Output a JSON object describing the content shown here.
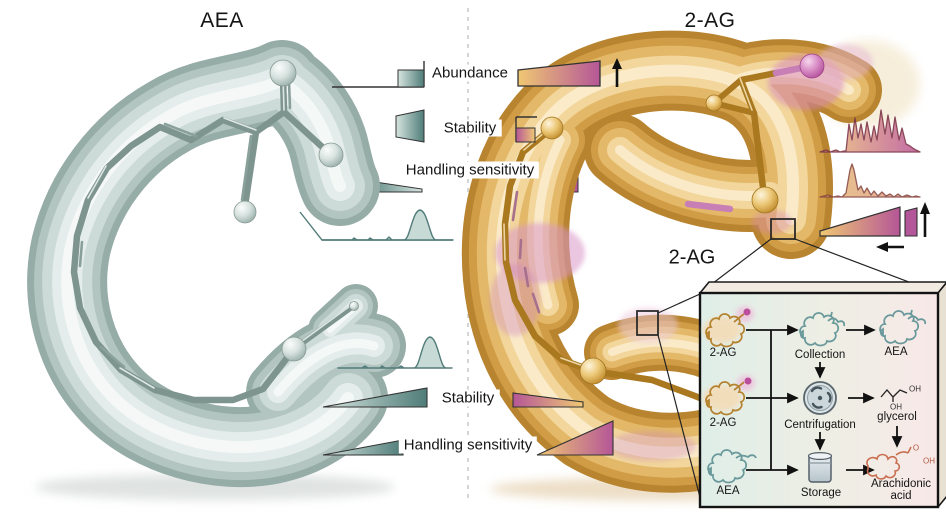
{
  "figure": {
    "left_panel": {
      "title": "AEA"
    },
    "right_panel": {
      "title": "2-AG",
      "molecule_label": "2-AG"
    },
    "metrics_top": {
      "abundance": "Abundance",
      "stability": "Stability",
      "handling": "Handling sensitivity"
    },
    "metrics_bottom": {
      "stability": "Stability",
      "handling": "Handling sensitivity"
    },
    "indicators": {
      "aea": {
        "abundance": "low",
        "stability": "high",
        "handling_sensitivity": "low"
      },
      "two_ag": {
        "abundance": "high-increasing",
        "stability": "low",
        "handling_sensitivity": "high"
      }
    },
    "inset": {
      "inputs": [
        {
          "label": "2-AG"
        },
        {
          "label": "2-AG"
        },
        {
          "label": "AEA"
        }
      ],
      "steps": [
        {
          "label": "Collection"
        },
        {
          "label": "Centrifugation"
        },
        {
          "label": "Storage"
        }
      ],
      "products": [
        {
          "label": "AEA"
        },
        {
          "label": "glycerol"
        },
        {
          "label": "Arachidonic acid"
        }
      ],
      "glycerol_oh_top": "OH",
      "glycerol_oh_mid": "OH",
      "arachidonic_o": "O",
      "arachidonic_oh": "OH"
    },
    "colors": {
      "teal_dark": "#4f7c78",
      "teal_light": "#d6e4df",
      "gold": "#f0c873",
      "magenta": "#b55697",
      "aea_body": "#b9c9c4",
      "ag_body": "#d19c46",
      "inset_bg_left": "#dfeee8",
      "inset_bg_right": "#f8e8e8"
    }
  }
}
